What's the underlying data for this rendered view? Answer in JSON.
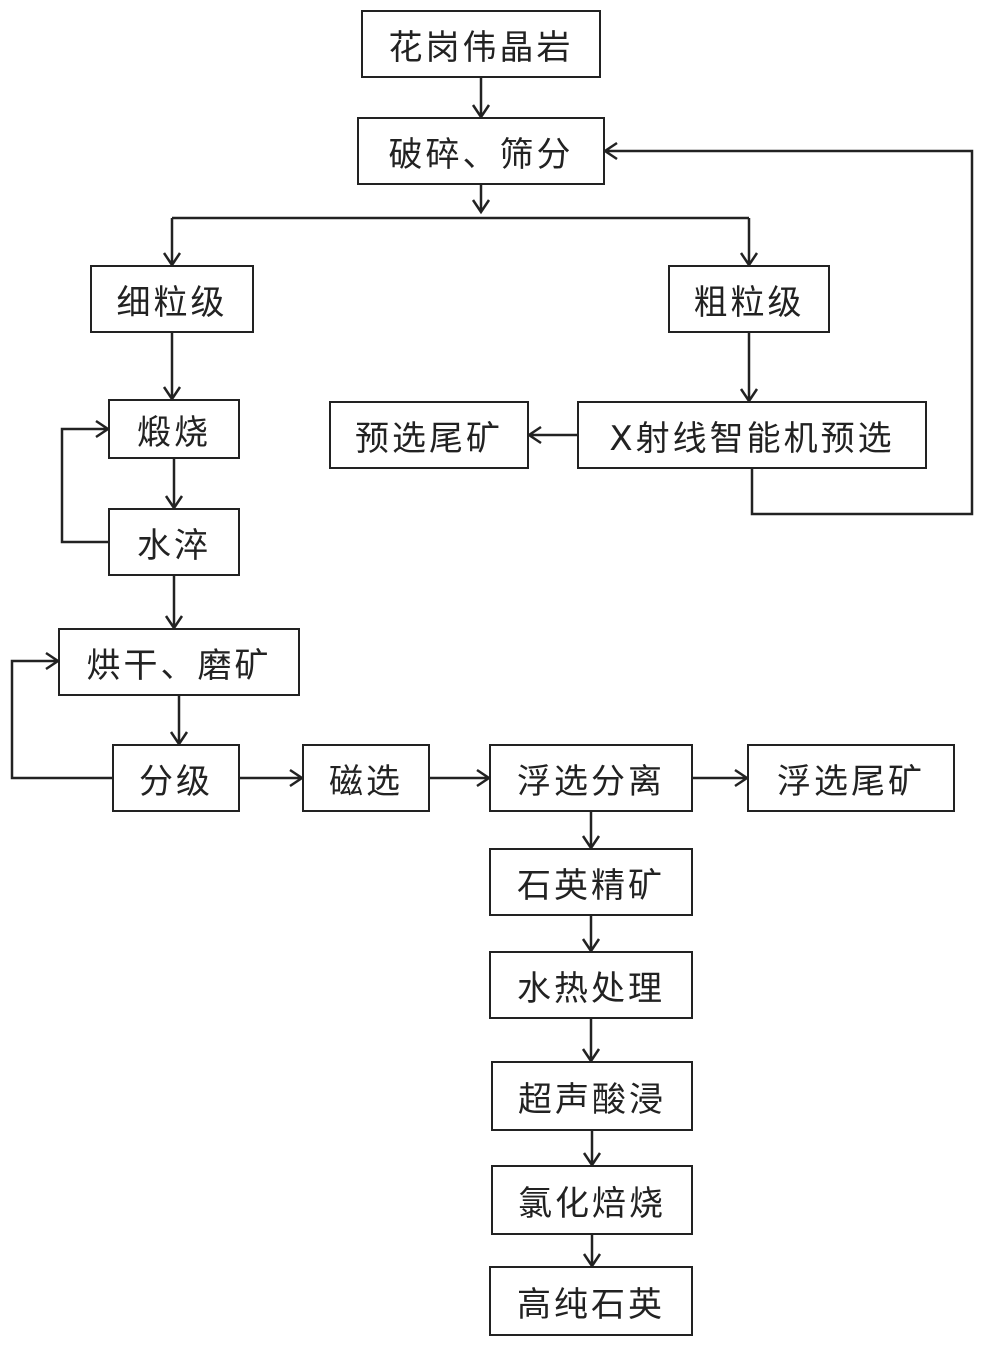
{
  "diagram": {
    "type": "process-flowchart",
    "nodes": {
      "granite": {
        "label": "花岗伟晶岩"
      },
      "crush": {
        "label": "破碎、筛分"
      },
      "fine": {
        "label": "细粒级"
      },
      "coarse": {
        "label": "粗粒级"
      },
      "calcine": {
        "label": "煅烧"
      },
      "xray": {
        "label": "X射线智能机预选"
      },
      "pretail": {
        "label": "预选尾矿"
      },
      "quench": {
        "label": "水淬"
      },
      "drygrind": {
        "label": "烘干、磨矿"
      },
      "classify": {
        "label": "分级"
      },
      "magnetic": {
        "label": "磁选"
      },
      "flotation": {
        "label": "浮选分离"
      },
      "flottail": {
        "label": "浮选尾矿"
      },
      "concentrate": {
        "label": "石英精矿"
      },
      "hydro": {
        "label": "水热处理"
      },
      "ultrasonic": {
        "label": "超声酸浸"
      },
      "chlorination": {
        "label": "氯化焙烧"
      },
      "product": {
        "label": "高纯石英"
      }
    },
    "edges": [
      {
        "from": "granite",
        "to": "crush"
      },
      {
        "from": "crush",
        "to": "fine"
      },
      {
        "from": "crush",
        "to": "coarse"
      },
      {
        "from": "fine",
        "to": "calcine"
      },
      {
        "from": "coarse",
        "to": "xray"
      },
      {
        "from": "xray",
        "to": "pretail"
      },
      {
        "from": "xray",
        "to": "crush",
        "kind": "feedback"
      },
      {
        "from": "calcine",
        "to": "quench"
      },
      {
        "from": "quench",
        "to": "calcine",
        "kind": "feedback"
      },
      {
        "from": "quench",
        "to": "drygrind"
      },
      {
        "from": "drygrind",
        "to": "classify"
      },
      {
        "from": "classify",
        "to": "drygrind",
        "kind": "feedback"
      },
      {
        "from": "classify",
        "to": "magnetic"
      },
      {
        "from": "magnetic",
        "to": "flotation"
      },
      {
        "from": "flotation",
        "to": "flottail"
      },
      {
        "from": "flotation",
        "to": "concentrate"
      },
      {
        "from": "concentrate",
        "to": "hydro"
      },
      {
        "from": "hydro",
        "to": "ultrasonic"
      },
      {
        "from": "ultrasonic",
        "to": "chlorination"
      },
      {
        "from": "chlorination",
        "to": "product"
      }
    ]
  }
}
